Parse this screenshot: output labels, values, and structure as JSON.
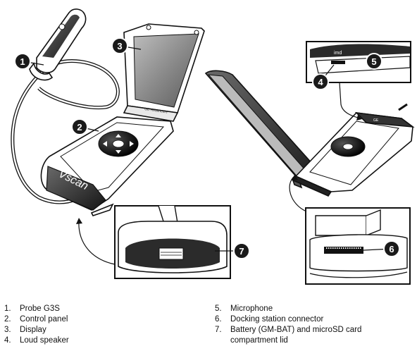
{
  "device_brand": "Vscan",
  "device_side_label": "Vscan",
  "callouts": [
    "1",
    "2",
    "3",
    "4",
    "5",
    "6",
    "7"
  ],
  "legend": {
    "left": [
      {
        "num": "1.",
        "text": "Probe G3S"
      },
      {
        "num": "2.",
        "text": "Control panel"
      },
      {
        "num": "3.",
        "text": "Display"
      },
      {
        "num": "4.",
        "text": "Loud speaker"
      }
    ],
    "right": [
      {
        "num": "5.",
        "text": "Microphone"
      },
      {
        "num": "6.",
        "text": "Docking station connector"
      },
      {
        "num": "7.",
        "text": "Battery (GM-BAT) and microSD card",
        "text2": "compartment lid"
      }
    ]
  },
  "colors": {
    "outline": "#111111",
    "callout_fill": "#1a1a1a",
    "screen_dark": "#333333"
  }
}
